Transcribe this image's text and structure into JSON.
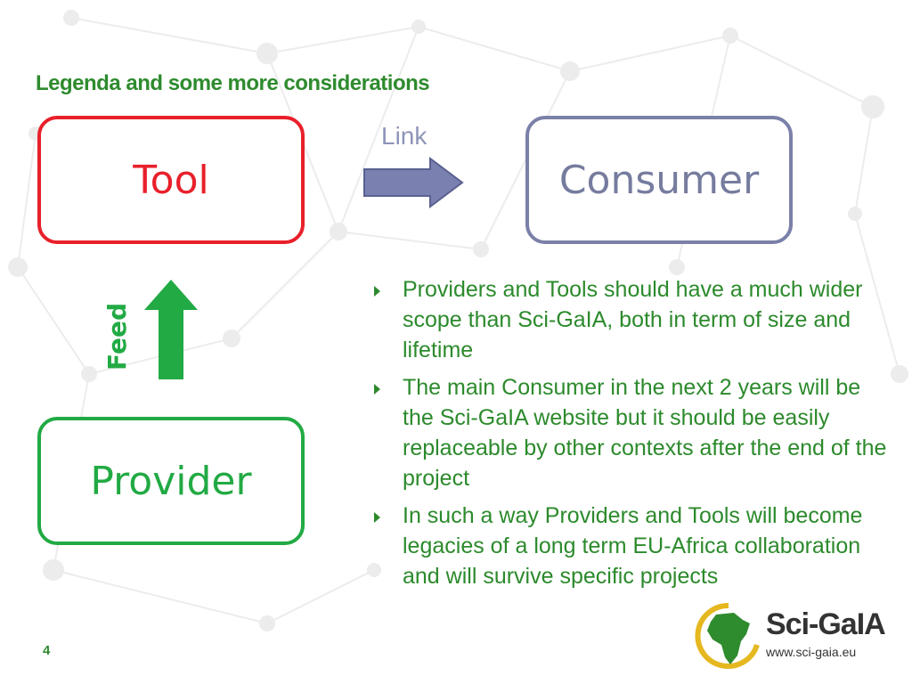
{
  "slide": {
    "title": "Legenda and some more considerations",
    "page_number": "4"
  },
  "diagram": {
    "nodes": {
      "tool": "Tool",
      "consumer": "Consumer",
      "provider": "Provider"
    },
    "edges": {
      "link_label": "Link",
      "feed_label": "Feed"
    },
    "colors": {
      "tool": "#e8202a",
      "consumer": "#7a80a8",
      "provider": "#22aa44",
      "link_arrow": "#7a80b0",
      "feed_arrow": "#22aa44",
      "text_green": "#2c8a2c"
    }
  },
  "bullets": [
    "Providers and Tools should have a much wider scope than Sci-GaIA, both in term of size and lifetime",
    "The main Consumer in the next 2 years will be the Sci-GaIA website but it should be easily replaceable by other contexts after the end of the project",
    "In such a way Providers and Tools will become legacies of a long term EU-Africa collaboration and will survive specific projects"
  ],
  "logo": {
    "name": "Sci-GaIA",
    "url": "www.sci-gaia.eu"
  }
}
